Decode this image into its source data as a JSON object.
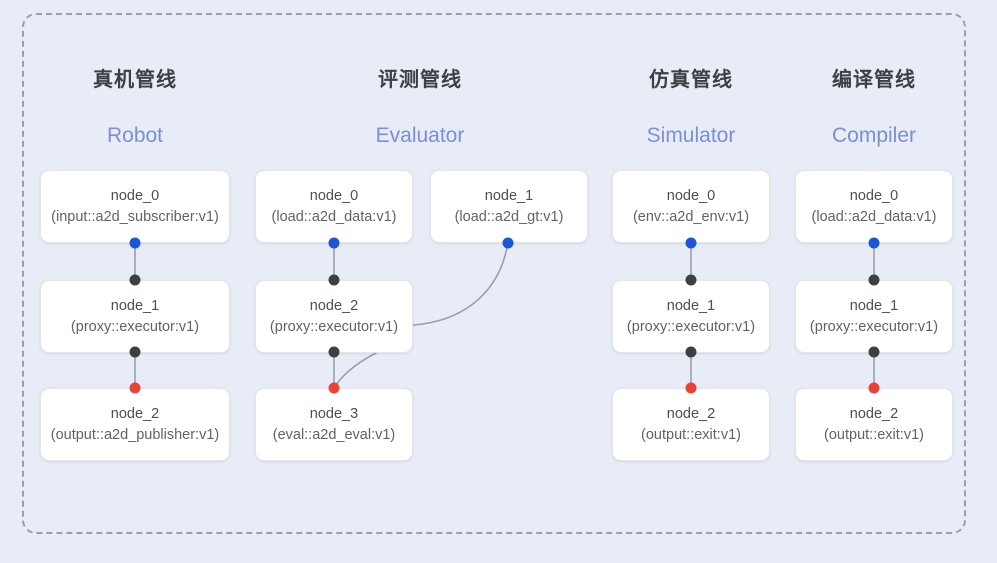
{
  "diagram": {
    "background_color": "#e8ecf7",
    "frame_border_color": "#9aa0ab",
    "accent_color": "#7b8fd4",
    "port_colors": {
      "output": "#1a56d6",
      "input": "#3c4043",
      "exit": "#ea4335"
    }
  },
  "columns": [
    {
      "header": "真机管线",
      "subheader": "Robot",
      "nodes": [
        {
          "title": "node_0",
          "sub": "(input::a2d_subscriber:v1)"
        },
        {
          "title": "node_1",
          "sub": "(proxy::executor:v1)"
        },
        {
          "title": "node_2",
          "sub": "(output::a2d_publisher:v1)"
        }
      ]
    },
    {
      "header": "评测管线",
      "subheader": "Evaluator",
      "nodes": [
        {
          "title": "node_0",
          "sub": "(load::a2d_data:v1)"
        },
        {
          "title": "node_2",
          "sub": "(proxy::executor:v1)"
        },
        {
          "title": "node_3",
          "sub": "(eval::a2d_eval:v1)"
        }
      ],
      "side_node": {
        "title": "node_1",
        "sub": "(load::a2d_gt:v1)"
      }
    },
    {
      "header": "仿真管线",
      "subheader": "Simulator",
      "nodes": [
        {
          "title": "node_0",
          "sub": "(env::a2d_env:v1)"
        },
        {
          "title": "node_1",
          "sub": "(proxy::executor:v1)"
        },
        {
          "title": "node_2",
          "sub": "(output::exit:v1)"
        }
      ]
    },
    {
      "header": "编译管线",
      "subheader": "Compiler",
      "nodes": [
        {
          "title": "node_0",
          "sub": "(load::a2d_data:v1)"
        },
        {
          "title": "node_1",
          "sub": "(proxy::executor:v1)"
        },
        {
          "title": "node_2",
          "sub": "(output::exit:v1)"
        }
      ]
    }
  ]
}
